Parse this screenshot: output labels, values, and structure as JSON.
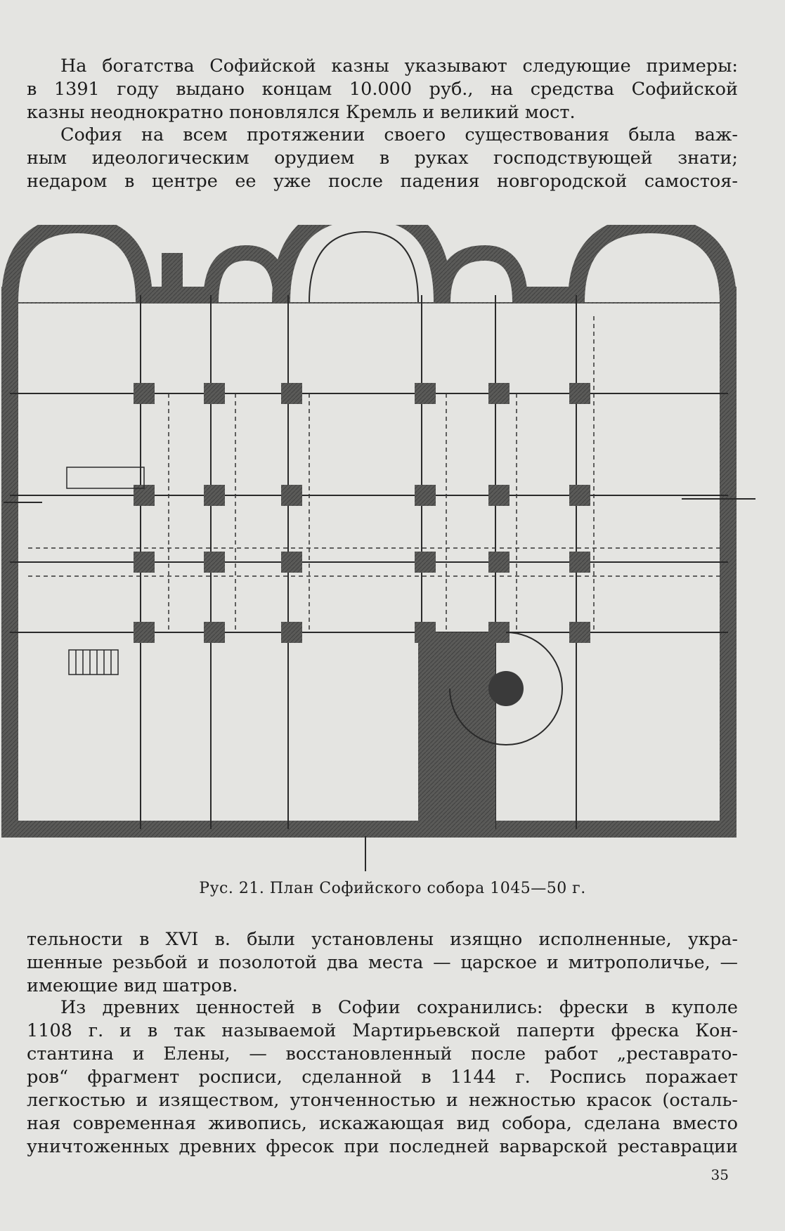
{
  "paragraph1": [
    "На богатства Софийской казны указывают следующие примеры:",
    "в 1391 году выдано концам 10.000 руб., на средства Софийской",
    "казны неоднократно поновлялся Кремль и великий мост."
  ],
  "paragraph2": [
    "София на всем протяжении своего существования была важ-",
    "ным идеологическим орудием в руках господствующей знати;",
    "недаром в центре ее уже после падения новгородской самостоя-"
  ],
  "caption": "Рус. 21. План Софийского собора 1045—50 г.",
  "paragraph3": [
    "тельности в XVI в. были установлены изящно исполненные, укра-",
    "шенные резьбой и позолотой два места — царское и митрополичье, —",
    "имеющие вид шатров."
  ],
  "paragraph4": [
    "Из древних ценностей в Софии сохранились: фрески в куполе",
    "1108 г. и в так называемой Мартирьевской паперти фреска Кон-",
    "стантина и Елены, — восстановленный после работ „реставрато-",
    "ров“ фрагмент росписи, сделанной в 1144 г. Роспись поражает",
    "легкостью и изяществом, утонченностью и нежностью красок (осталь-",
    "ная современная живопись, искажающая вид собора, сделана вместо",
    "уничтоженных древних фресок при последней варварской реставрации"
  ],
  "page_number": "35"
}
